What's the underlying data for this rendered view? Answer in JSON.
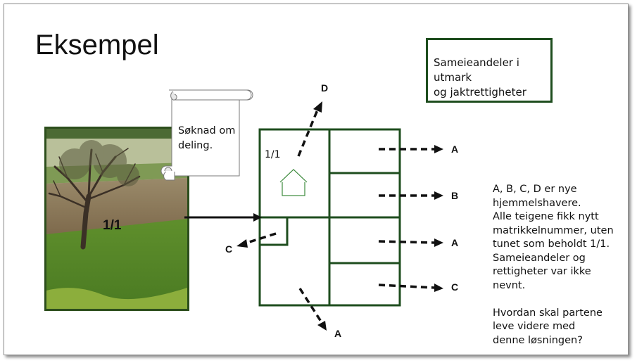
{
  "title": "Eksempel",
  "box": {
    "line1": "Sameieandeler i utmark",
    "line2": "og jaktrettigheter"
  },
  "photo": {
    "label": "1/1"
  },
  "scroll": {
    "line1": "Søknad om",
    "line2": "deling."
  },
  "parcel": {
    "label": "1/1"
  },
  "arrows": {
    "a1": "A",
    "b": "B",
    "a2": "A",
    "c1": "C",
    "c2": "C",
    "d": "D",
    "a3": "A"
  },
  "side_text": "A, B, C, D er nye\nhjemmelshavere.\nAlle teigene fikk nytt\nmatrikkelnummer, uten\ntunet som beholdt 1/1.\nSameieandeler og\nrettigheter var ikke nevnt.\n\nHvordan skal partene\nleve videre med\ndenne løsningen?",
  "colors": {
    "parcel_line": "#1e4d1e",
    "frame": "#2c4e1c",
    "house": "#3c8a3c"
  }
}
